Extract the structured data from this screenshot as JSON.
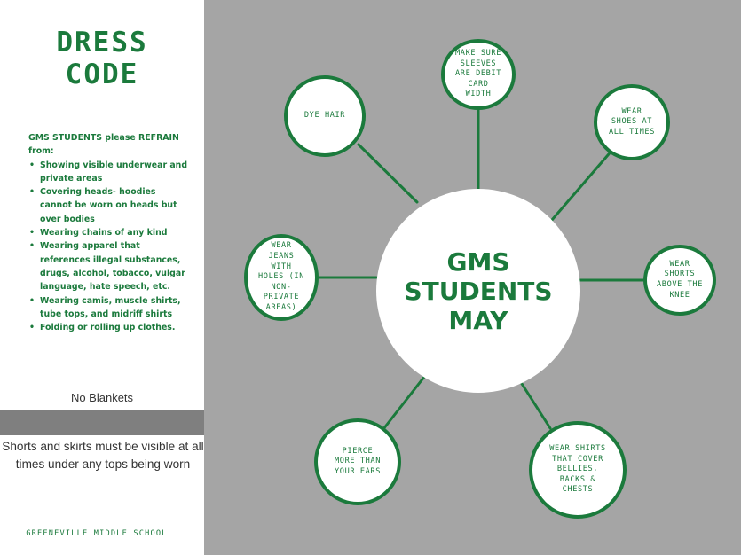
{
  "left_panel": {
    "title_line1": "DRESS",
    "title_line2": "CODE",
    "refrain_intro": "GMS STUDENTS please REFRAIN from:",
    "refrain_items": [
      "Showing visible underwear and private areas",
      "Covering heads- hoodies cannot be worn on heads but over bodies",
      "Wearing chains of any kind",
      "Wearing apparel that references illegal substances, drugs, alcohol, tobacco, vulgar language, hate speech, etc.",
      "Wearing camis, muscle shirts, tube tops, and midriff shirts",
      "Folding or rolling up clothes."
    ],
    "no_blankets": "No Blankets",
    "shorts_note": "Shorts and skirts must be visible at all times under any tops being worn",
    "school_name": "GREENEVILLE MIDDLE SCHOOL"
  },
  "diagram": {
    "center": "GMS\nSTUDENTS\nMAY",
    "bubbles": {
      "dye_hair": "DYE HAIR",
      "sleeves": "MAKE SURE\nSLEEVES\nARE DEBIT\nCARD\nWIDTH",
      "shoes": "WEAR\nSHOES AT\nALL TIMES",
      "shorts": "WEAR\nSHORTS\nABOVE THE\nKNEE",
      "jeans": "WEAR\nJEANS\nWITH\nHOLES (IN\nNON-\nPRIVATE\nAREAS)",
      "pierce": "PIERCE\nMORE THAN\nYOUR EARS",
      "shirts": "WEAR SHIRTS\nTHAT COVER\nBELLIES,\nBACKS &\nCHESTS"
    }
  },
  "colors": {
    "green": "#1b7a3c",
    "gray_background": "#a5a5a5",
    "gray_band": "#7f7f7f"
  }
}
